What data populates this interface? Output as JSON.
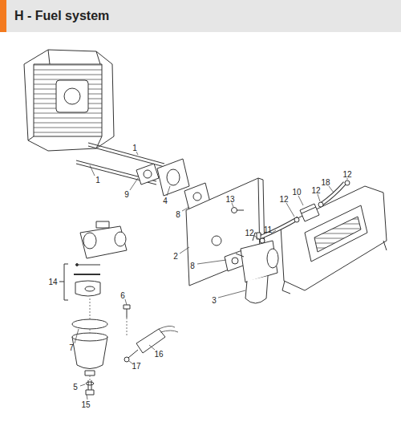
{
  "diagram": {
    "title": "H - Fuel system",
    "labels": [
      "12",
      "1",
      "1",
      "9",
      "4",
      "13",
      "12",
      "10",
      "12",
      "18",
      "8",
      "12",
      "11",
      "8",
      "2",
      "3",
      "14",
      "6",
      "7",
      "16",
      "17",
      "5",
      "15"
    ]
  }
}
